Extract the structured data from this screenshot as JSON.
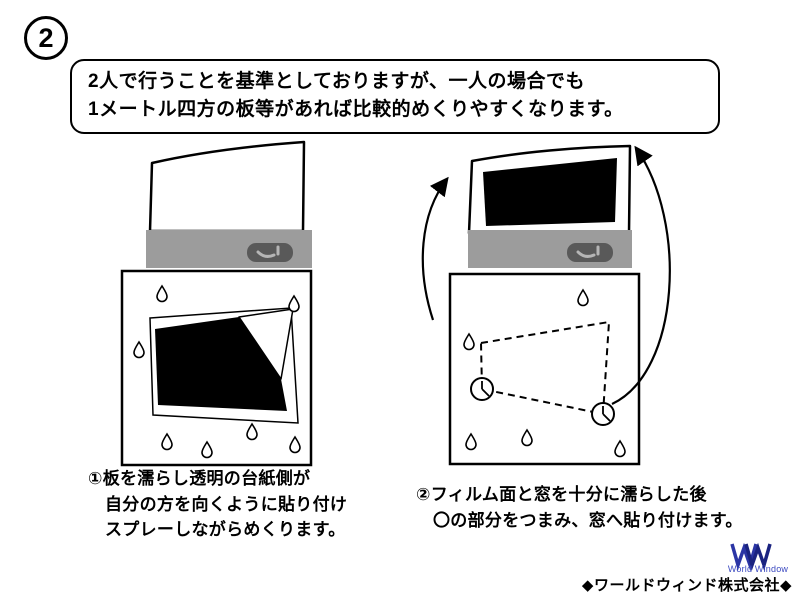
{
  "step_badge": "2",
  "header": {
    "line1": "2人で行うことを基準としておりますが、一人の場合でも",
    "line2": "1メートル四方の板等があれば比較的めくりやすくなります。"
  },
  "caption_left": {
    "line1": "①板を濡らし透明の台紙側が",
    "line2": "自分の方を向くように貼り付け",
    "line3": "スプレーしながらめくります。"
  },
  "caption_right": {
    "line1": "②フィルム面と窓を十分に濡らした後",
    "line2": "〇の部分をつまみ、窓へ貼り付けます。"
  },
  "footer": {
    "logo_subtext": "World Window",
    "company": "◆ワールドウィンド株式会社◆"
  },
  "colors": {
    "stand_gray": "#9c9c9c",
    "sprayer_dark": "#595959",
    "logo_blue": "#2b35a5",
    "logo_blue_dark": "#1a2380",
    "ink": "#000000"
  }
}
